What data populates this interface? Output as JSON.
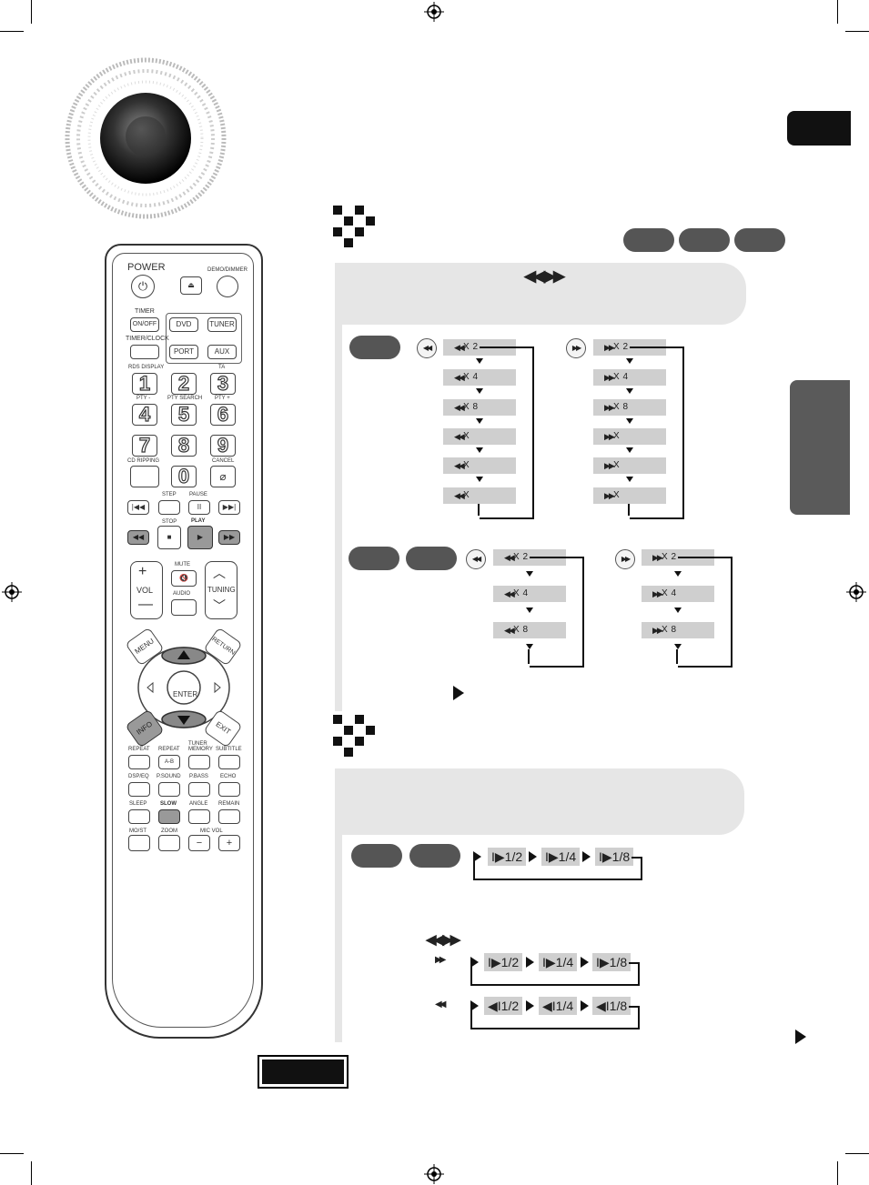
{
  "remote": {
    "power": "POWER",
    "demo_dimmer": "DEMO/DIMMER",
    "timer": "TIMER",
    "on_off": "ON/OFF",
    "dvd": "DVD",
    "tuner": "TUNER",
    "timer_clock": "TIMER/CLOCK",
    "port": "PORT",
    "aux": "AUX",
    "rds_display": "RDS DISPLAY",
    "ta": "TA",
    "pty_minus": "PTY -",
    "pty_search": "PTY SEARCH",
    "pty_plus": "PTY +",
    "cd_ripping": "CD RIPPING",
    "cancel": "CANCEL",
    "step": "STEP",
    "pause": "PAUSE",
    "stop": "STOP",
    "play": "PLAY",
    "mute": "MUTE",
    "vol": "VOL",
    "audio": "AUDIO",
    "tuning": "TUNING",
    "menu": "MENU",
    "return": "RETURN",
    "enter": "ENTER",
    "info": "INFO",
    "exit": "EXIT",
    "repeat": "REPEAT",
    "repeat_ab": "REPEAT",
    "ab": "A-B",
    "tuner_memory": "TUNER MEMORY",
    "subtitle": "SUBTITLE",
    "dsp_eq": "DSP/EQ",
    "p_sound": "P.SOUND",
    "p_bass": "P.BASS",
    "echo": "ECHO",
    "sleep": "SLEEP",
    "slow": "SLOW",
    "angle": "ANGLE",
    "remain": "REMAIN",
    "mo_st": "MO/ST",
    "zoom": "ZOOM",
    "mic_vol": "MIC VOL",
    "digits": [
      "1",
      "2",
      "3",
      "4",
      "5",
      "6",
      "7",
      "8",
      "9",
      "0"
    ]
  },
  "search": {
    "heading_symbols": "◀◀,▶▶",
    "rev_steps": [
      "X 2",
      "X 4",
      "X 8",
      "X",
      "X",
      "X"
    ],
    "fwd_steps": [
      "X 2",
      "X 4",
      "X 8",
      "X",
      "X",
      "X"
    ],
    "rev2_steps": [
      "X 2",
      "X 4",
      "X 8"
    ],
    "fwd2_steps": [
      "X 2",
      "X 4",
      "X 8"
    ]
  },
  "slow": {
    "steps": [
      "1/2",
      "1/4",
      "1/8"
    ],
    "fwd_steps": [
      "1/2",
      "1/4",
      "1/8"
    ],
    "rev_steps": [
      "1/2",
      "1/4",
      "1/8"
    ],
    "symbols": "◀◀ ▶▶"
  }
}
